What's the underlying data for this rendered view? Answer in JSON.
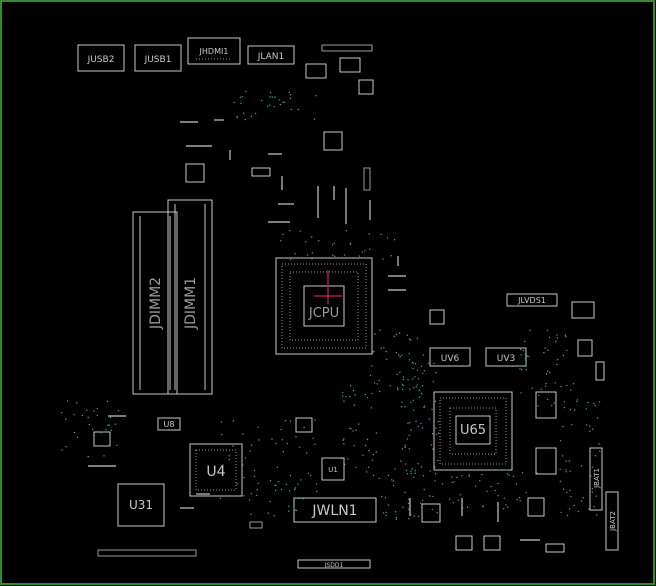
{
  "colors": {
    "background": "#000000",
    "border": "#2f8f2f",
    "outline": "#c8c8c8",
    "outline_dim": "#9a9a9a",
    "via": "#3fa7a0",
    "accent": "#d02060"
  },
  "labels": {
    "jusb2": "JUSB2",
    "jusb1": "JUSB1",
    "jhdmi1": "JHDMI1",
    "jlan1": "JLAN1",
    "jdimm2": "JDIMM2",
    "jdimm1": "JDIMM1",
    "jcpu": "JCPU",
    "jlvds1": "JLVDS1",
    "uv6": "UV6",
    "uv3": "UV3",
    "u65": "U65",
    "u8": "U8",
    "u4": "U4",
    "u31": "U31",
    "u1": "U1",
    "jwln1": "JWLN1",
    "jsdd1": "JSDD1",
    "jbat1": "JBAT1",
    "jbat2": "JBAT2"
  }
}
